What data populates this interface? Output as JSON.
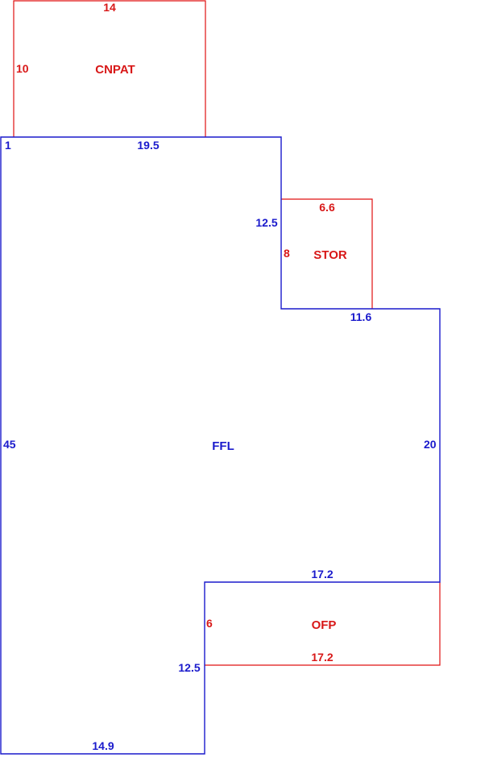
{
  "colors": {
    "main_outline": "#1a1acc",
    "addition_outline": "#e01010",
    "background": "#ffffff"
  },
  "areas": {
    "main": {
      "name": "FFL",
      "dims": {
        "top": "19.5",
        "top_corner": "1",
        "left": "45",
        "right_upper": "12.5",
        "step_top": "11.6",
        "right": "20",
        "step_bottom": "17.2",
        "right_lower": "12.5",
        "bottom": "14.9"
      }
    },
    "cnpat": {
      "name": "CNPAT",
      "dims": {
        "top": "14",
        "side": "10"
      }
    },
    "stor": {
      "name": "STOR",
      "dims": {
        "top": "6.6",
        "side": "8"
      }
    },
    "ofp": {
      "name": "OFP",
      "dims": {
        "side": "6",
        "bottom": "17.2"
      }
    }
  }
}
